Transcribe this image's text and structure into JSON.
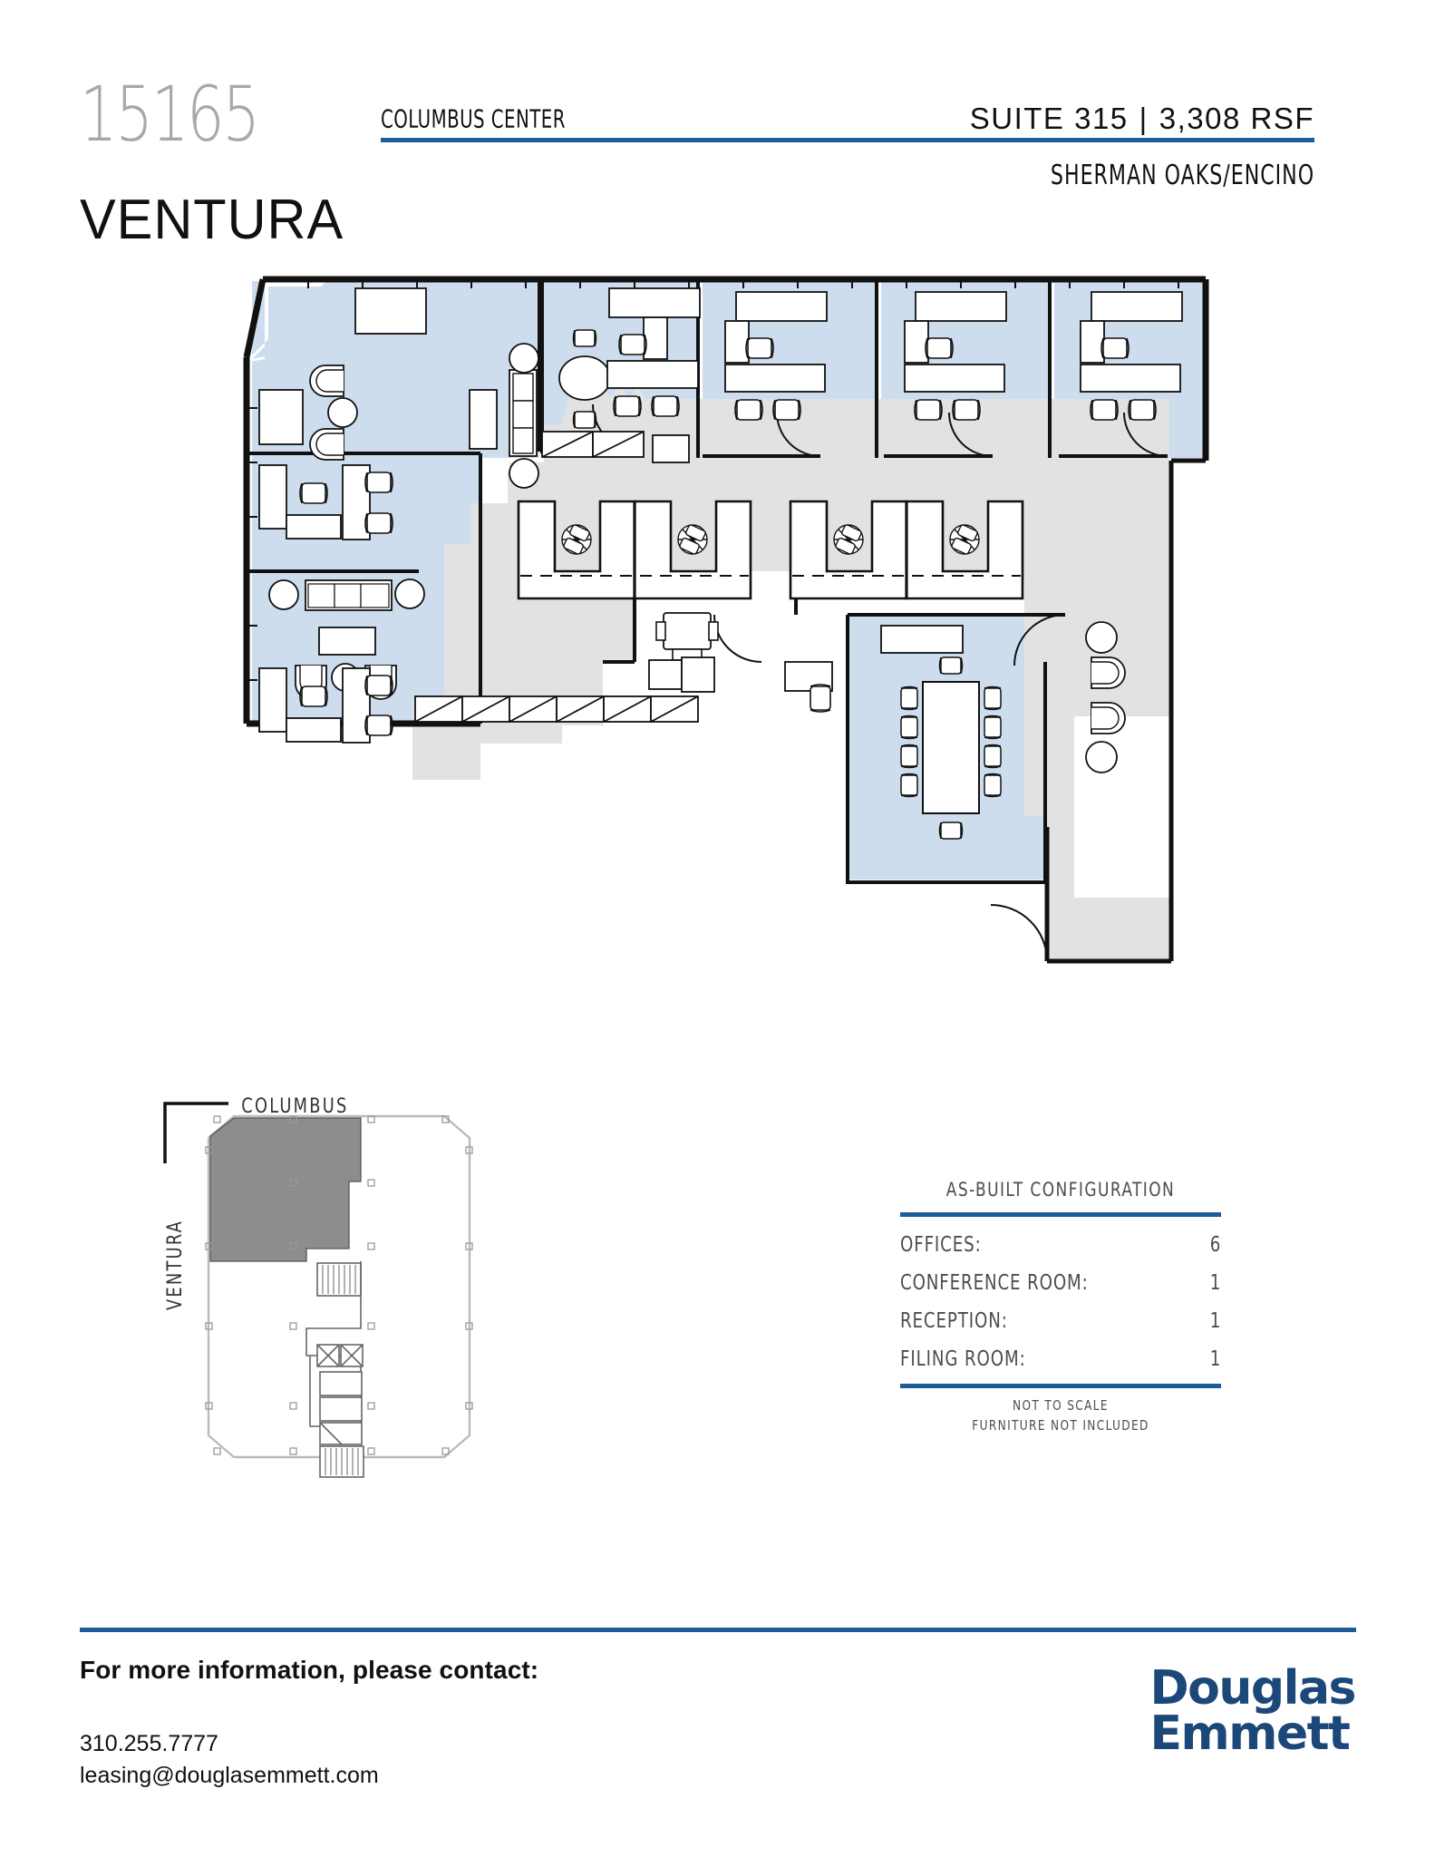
{
  "header": {
    "address_number": "15165",
    "address_street": "VENTURA",
    "building_name": "COLUMBUS CENTER",
    "suite_label": "SUITE 315",
    "separator": "|",
    "rsf_label": "3,308 RSF",
    "submarket": "SHERMAN OAKS/ENCINO",
    "accent_color": "#1d5c96"
  },
  "keyplan": {
    "street_top_label": "COLUMBUS",
    "street_left_label": "VENTURA",
    "highlight_color": "#8d8d8d"
  },
  "config": {
    "title": "AS-BUILT CONFIGURATION",
    "rows": [
      {
        "label": "OFFICES:",
        "value": "6"
      },
      {
        "label": "CONFERENCE ROOM:",
        "value": "1"
      },
      {
        "label": "RECEPTION:",
        "value": "1"
      },
      {
        "label": "FILING ROOM:",
        "value": "1"
      }
    ],
    "note_line_1": "NOT TO SCALE",
    "note_line_2": "FURNITURE NOT INCLUDED"
  },
  "footer": {
    "contact_prompt": "For more information, please contact:",
    "phone": "310.255.7777",
    "email": "leasing@douglasemmett.com",
    "logo_line_1": "Douglas",
    "logo_line_2": "Emmett",
    "logo_color": "#1b4879"
  },
  "floorplan": {
    "room_fill": "#cdddee",
    "corridor_fill": "#e2e2e2",
    "wall_color": "#111111"
  }
}
